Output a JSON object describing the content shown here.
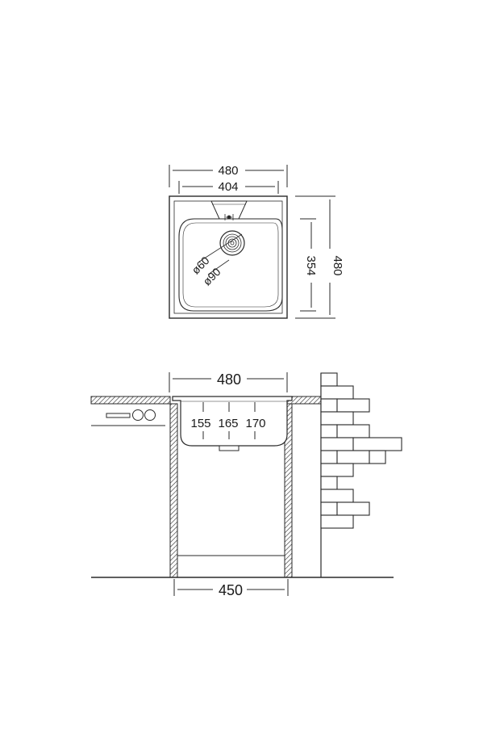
{
  "top_view": {
    "width_outer": "480",
    "width_inner": "404",
    "depth_outer": "480",
    "depth_inner": "354",
    "drain_small": "ø60",
    "drain_large": "ø90"
  },
  "side_view": {
    "width_top": "480",
    "width_bottom": "450",
    "depths": [
      "155",
      "165",
      "170"
    ]
  },
  "colors": {
    "line": "#2a2a2a",
    "fill_light": "#f2f2f2"
  }
}
